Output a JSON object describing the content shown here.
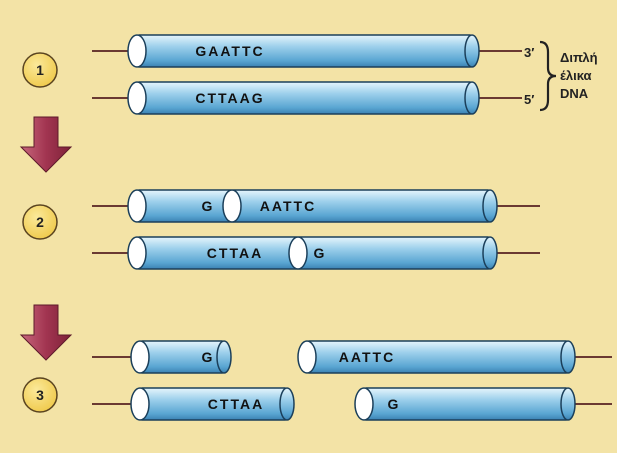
{
  "colors": {
    "background": "#f3e3a6",
    "tube_light": "#dbeff9",
    "tube_mid": "#8fc8e8",
    "tube_dark": "#3f8fc0",
    "tube_outline": "#1b3f5a",
    "step_circle": "#f5d766",
    "arrow": "#a7384f",
    "strand_line": "#6a3a32"
  },
  "steps": [
    "1",
    "2",
    "3"
  ],
  "stage1": {
    "top_strand": {
      "sequence": "GAATTC",
      "end_label": "3′"
    },
    "bottom_strand": {
      "sequence": "CTTAAG",
      "end_label": "5′"
    },
    "brace_label": [
      "Διπλή",
      "έλικα",
      "DNA"
    ]
  },
  "stage2": {
    "top_strand": {
      "left_piece": "G",
      "right_piece": "AATTC"
    },
    "bottom_strand": {
      "left_piece": "CTTAA",
      "right_piece": "G"
    }
  },
  "stage3": {
    "upper_left_fragment": "G",
    "upper_right_fragment": "AATTC",
    "lower_left_fragment": "CTTAA",
    "lower_right_fragment": "G"
  }
}
